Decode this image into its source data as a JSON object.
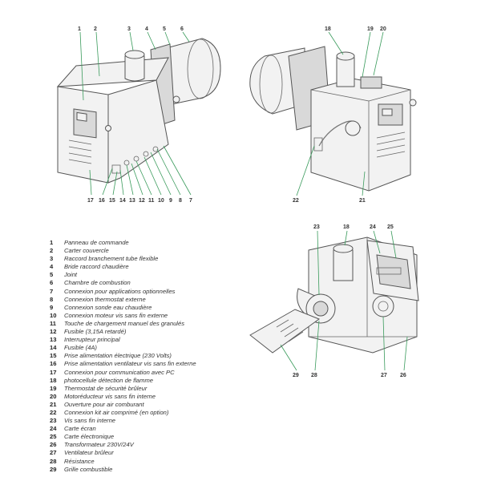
{
  "callouts": [
    {
      "id": "c1",
      "text": "1"
    },
    {
      "id": "c2",
      "text": "2"
    },
    {
      "id": "c3",
      "text": "3"
    },
    {
      "id": "c4",
      "text": "4"
    },
    {
      "id": "c5",
      "text": "5"
    },
    {
      "id": "c6",
      "text": "6"
    },
    {
      "id": "c17",
      "text": "17"
    },
    {
      "id": "c16",
      "text": "16"
    },
    {
      "id": "c15",
      "text": "15"
    },
    {
      "id": "c14",
      "text": "14"
    },
    {
      "id": "c13",
      "text": "13"
    },
    {
      "id": "c12",
      "text": "12"
    },
    {
      "id": "c11",
      "text": "11"
    },
    {
      "id": "c10",
      "text": "10"
    },
    {
      "id": "c9",
      "text": "9"
    },
    {
      "id": "c8",
      "text": "8"
    },
    {
      "id": "c7",
      "text": "7"
    },
    {
      "id": "c18a",
      "text": "18"
    },
    {
      "id": "c19",
      "text": "19"
    },
    {
      "id": "c20",
      "text": "20"
    },
    {
      "id": "c22",
      "text": "22"
    },
    {
      "id": "c21",
      "text": "21"
    },
    {
      "id": "c23",
      "text": "23"
    },
    {
      "id": "c18b",
      "text": "18"
    },
    {
      "id": "c24",
      "text": "24"
    },
    {
      "id": "c25",
      "text": "25"
    },
    {
      "id": "c29",
      "text": "29"
    },
    {
      "id": "c28",
      "text": "28"
    },
    {
      "id": "c27",
      "text": "27"
    },
    {
      "id": "c26",
      "text": "26"
    }
  ],
  "legend": [
    {
      "num": "1",
      "text": "Panneau de commande"
    },
    {
      "num": "2",
      "text": "Carter couvercle"
    },
    {
      "num": "3",
      "text": "Raccord branchement tube flexible"
    },
    {
      "num": "4",
      "text": "Bride raccord chaudière"
    },
    {
      "num": "5",
      "text": "Joint"
    },
    {
      "num": "6",
      "text": "Chambre de combustion"
    },
    {
      "num": "7",
      "text": "Connexion pour applications optionnelles"
    },
    {
      "num": "8",
      "text": "Connexion thermostat externe"
    },
    {
      "num": "9",
      "text": "Connexion sonde eau chaudière"
    },
    {
      "num": "10",
      "text": "Connexion moteur vis sans fin externe"
    },
    {
      "num": "11",
      "text": "Touche de chargement manuel des granulés"
    },
    {
      "num": "12",
      "text": "Fusible (3,15A retardé)"
    },
    {
      "num": "13",
      "text": "Interrupteur principal"
    },
    {
      "num": "14",
      "text": "Fusible (4A)"
    },
    {
      "num": "15",
      "text": "Prise alimentation électrique (230 Volts)"
    },
    {
      "num": "16",
      "text": "Prise alimentation ventilateur vis sans fin externe"
    },
    {
      "num": "17",
      "text": "Connexion pour communication avec PC"
    },
    {
      "num": "18",
      "text": "photocellule détection de flamme"
    },
    {
      "num": "19",
      "text": "Thermostat de sécurité brûleur"
    },
    {
      "num": "20",
      "text": "Motoréducteur vis sans fin interne"
    },
    {
      "num": "21",
      "text": "Ouverture pour air comburant"
    },
    {
      "num": "22",
      "text": "Connexion kit air comprimé (en option)"
    },
    {
      "num": "23",
      "text": "Vis sans fin interne"
    },
    {
      "num": "24",
      "text": "Carte écran"
    },
    {
      "num": "25",
      "text": "Carte électronique"
    },
    {
      "num": "26",
      "text": "Transformateur 230V/24V"
    },
    {
      "num": "27",
      "text": "Ventilateur brûleur"
    },
    {
      "num": "28",
      "text": "Résistance"
    },
    {
      "num": "29",
      "text": "Grille combustible"
    }
  ]
}
